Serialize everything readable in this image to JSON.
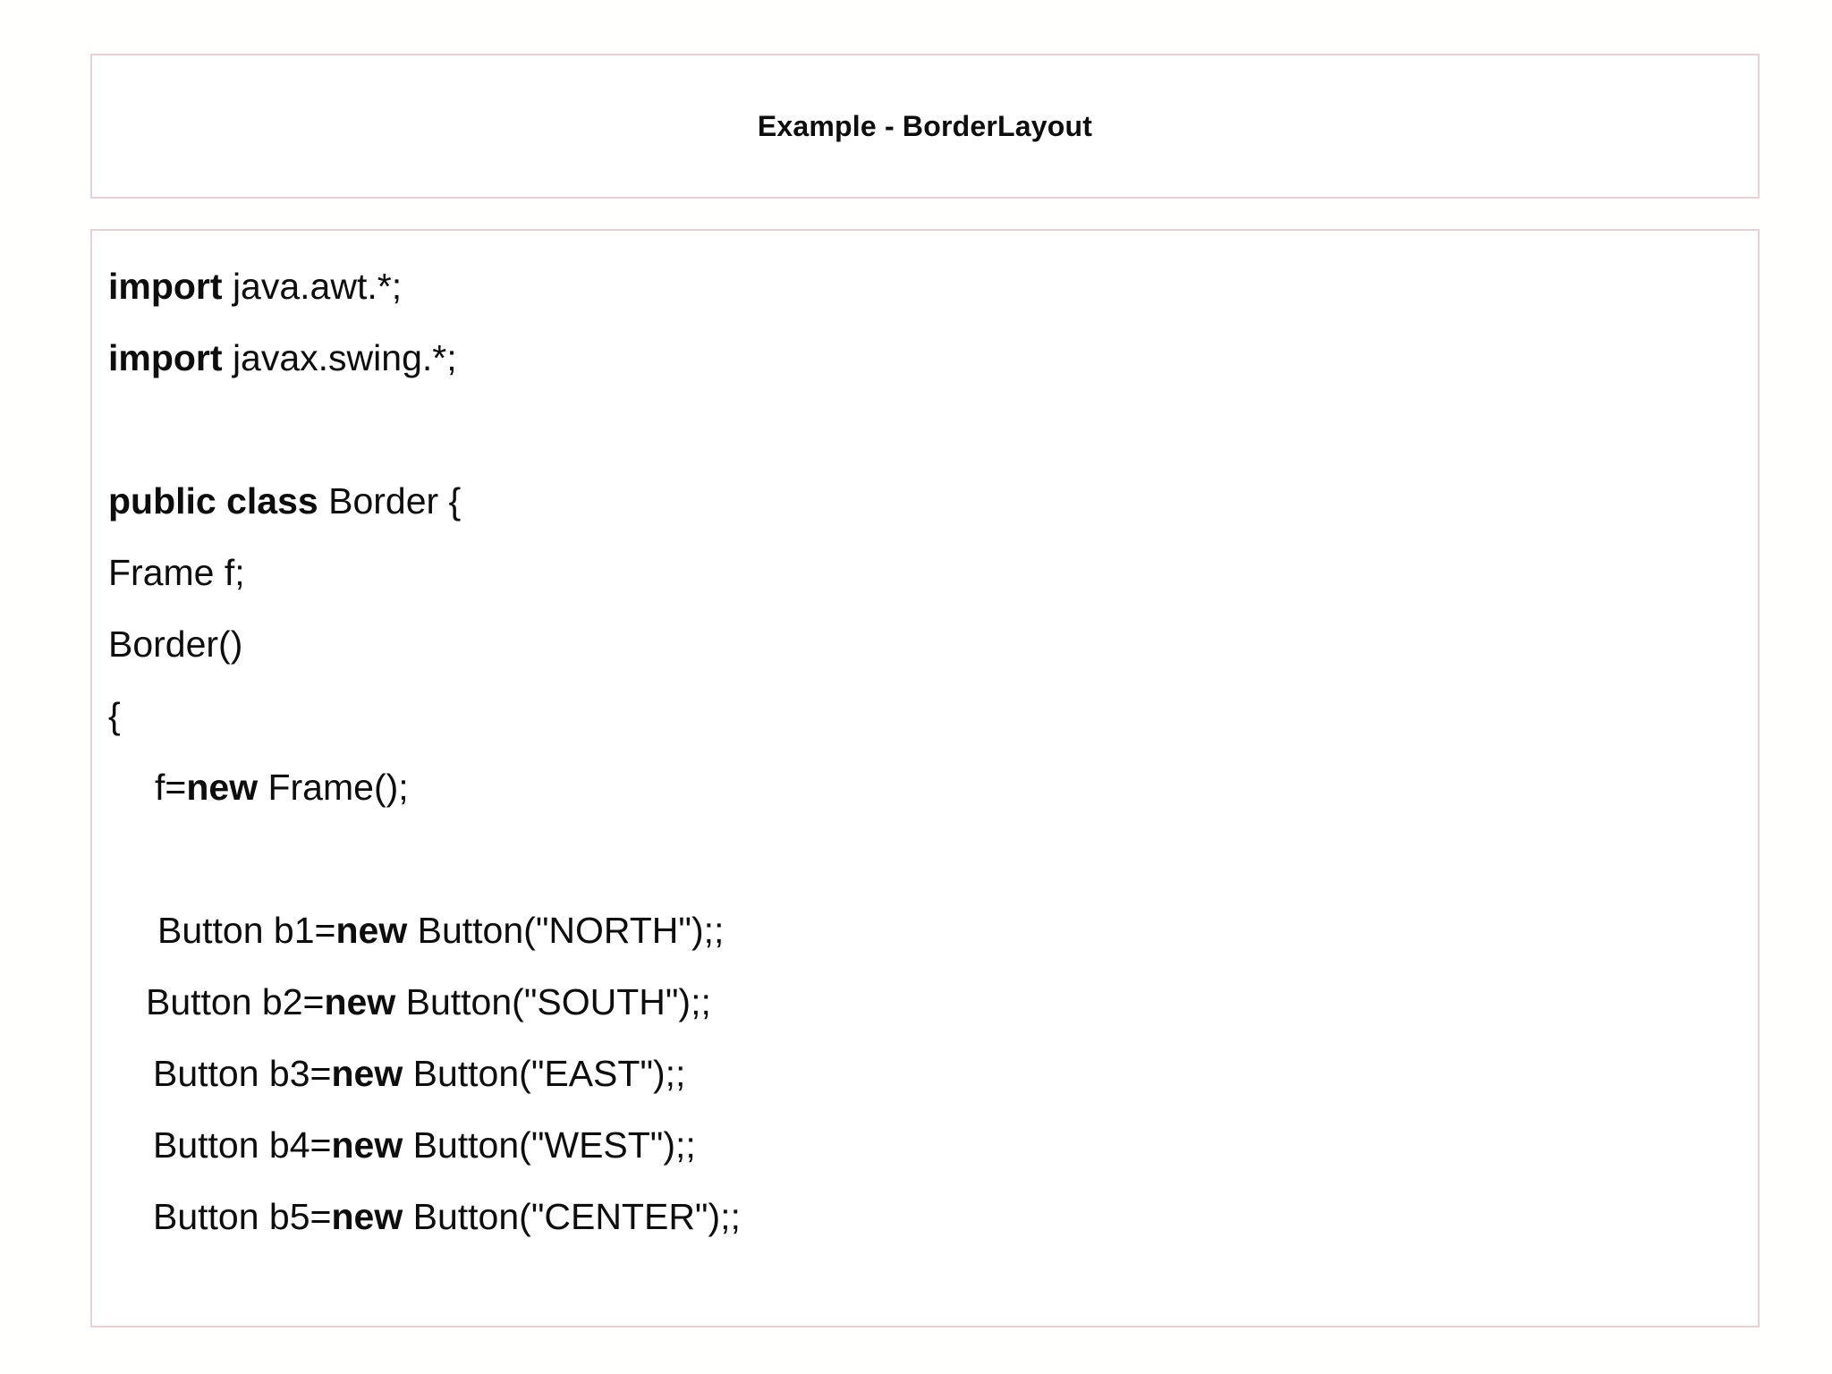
{
  "slide": {
    "background_color": "#fffffe",
    "border_color": "#e8d2d8",
    "text_color": "#0d0d0d"
  },
  "title": {
    "text": "Example - BorderLayout"
  },
  "code": {
    "language": "java",
    "lines": [
      {
        "id": "line-1",
        "indent": "ind-0",
        "keyword": "import",
        "rest": " java.awt.*;"
      },
      {
        "id": "line-2",
        "indent": "ind-0",
        "keyword": "import",
        "rest": " javax.swing.*;"
      },
      {
        "id": "line-3",
        "indent": "ind-0",
        "keyword": "",
        "rest": ""
      },
      {
        "id": "line-4",
        "indent": "ind-0",
        "keyword": "public class",
        "rest": " Border {"
      },
      {
        "id": "line-5",
        "indent": "ind-0",
        "keyword": "",
        "rest": "Frame f;"
      },
      {
        "id": "line-6",
        "indent": "ind-0",
        "keyword": "",
        "rest": "Border()"
      },
      {
        "id": "line-7",
        "indent": "ind-0",
        "keyword": "",
        "rest": "{"
      },
      {
        "id": "line-8",
        "indent": "ind-f",
        "pre": "f=",
        "keyword": "new",
        "rest": " Frame();"
      },
      {
        "id": "line-9",
        "indent": "ind-0",
        "keyword": "",
        "rest": ""
      },
      {
        "id": "line-10",
        "indent": "ind-b1",
        "pre": "Button b1=",
        "keyword": "new",
        "rest": " Button(\"NORTH\");;"
      },
      {
        "id": "line-11",
        "indent": "ind-b2",
        "pre": "Button b2=",
        "keyword": "new",
        "rest": " Button(\"SOUTH\");;"
      },
      {
        "id": "line-12",
        "indent": "ind-b3",
        "pre": "Button b3=",
        "keyword": "new",
        "rest": " Button(\"EAST\");;"
      },
      {
        "id": "line-13",
        "indent": "ind-b3",
        "pre": "Button b4=",
        "keyword": "new",
        "rest": " Button(\"WEST\");;"
      },
      {
        "id": "line-14",
        "indent": "ind-b3",
        "pre": "Button b5=",
        "keyword": "new",
        "rest": " Button(\"CENTER\");;"
      }
    ]
  }
}
